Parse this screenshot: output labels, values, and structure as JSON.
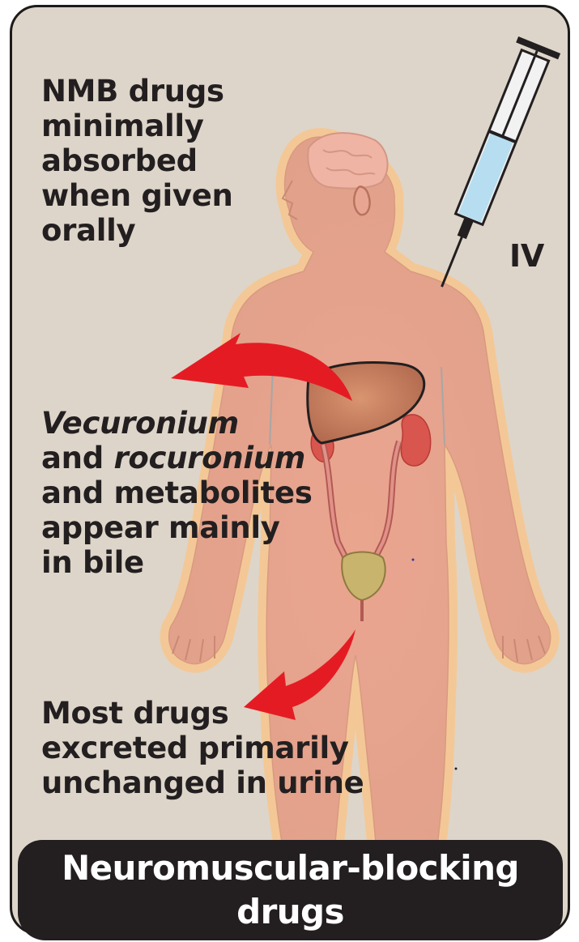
{
  "labels": {
    "oral": [
      "NMB drugs",
      "minimally",
      "absorbed",
      "when given",
      "orally"
    ],
    "iv": "IV",
    "bile": {
      "line1": "Vecuronium",
      "line2_pre": "and ",
      "line2_italic": "rocuronium",
      "line3": "and metabolites",
      "line4": "appear mainly",
      "line5": "in bile"
    },
    "urine": [
      "Most drugs",
      "excreted primarily",
      "unchanged in urine"
    ]
  },
  "footer": {
    "title_line1": "Neuromuscular-blocking",
    "title_line2": "drugs"
  },
  "colors": {
    "background": "#ddd5c9",
    "body_fill": "#e8a692",
    "body_glow": "#f9c58a",
    "arrow": "#e51b24",
    "syringe_fluid": "#b7def0",
    "footer": "#231f20"
  }
}
